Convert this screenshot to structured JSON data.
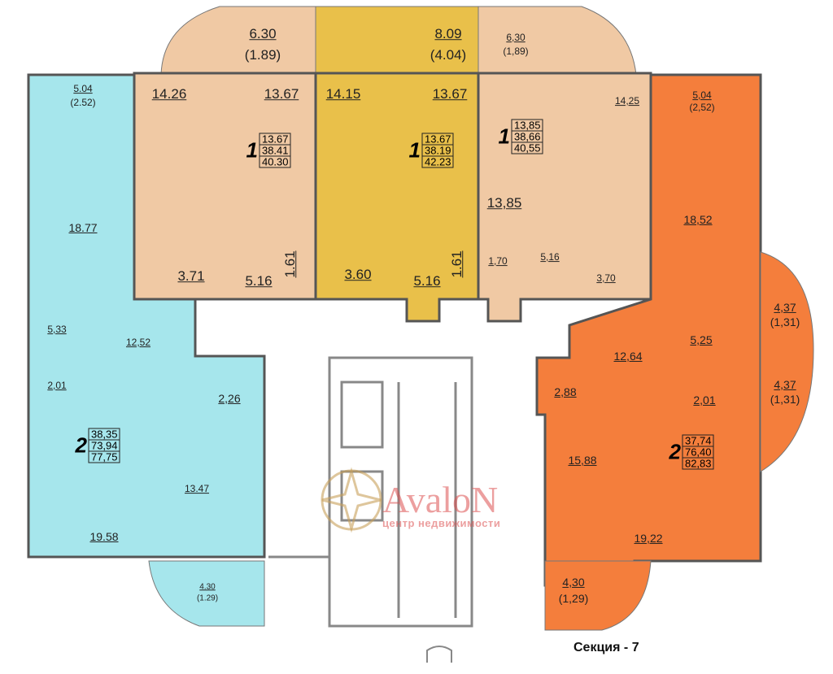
{
  "colors": {
    "beige": "#f0c9a4",
    "yellow": "#e9c04a",
    "cyan": "#a6e6ec",
    "orange": "#f47e3c",
    "wall": "#555555"
  },
  "balconies_top": [
    {
      "area": "6.30",
      "sub": "(1.89)"
    },
    {
      "area": "8.09",
      "sub": "(4.04)"
    },
    {
      "area": "6,30",
      "sub": "(1,89)"
    }
  ],
  "apt_1a": {
    "rooms": "1",
    "living": "13.67",
    "total_no_balcony": "38.41",
    "total": "40.30",
    "areas": [
      "14.26",
      "13.67",
      "3.71",
      "5.16",
      "1.61"
    ]
  },
  "apt_1b": {
    "rooms": "1",
    "living": "13.67",
    "total_no_balcony": "38.19",
    "total": "42.23",
    "areas": [
      "14.15",
      "13.67",
      "3.60",
      "5.16",
      "1.61"
    ]
  },
  "apt_1c": {
    "rooms": "1",
    "living": "13,85",
    "total_no_balcony": "38,66",
    "total": "40,55",
    "areas": [
      "14,25",
      "13,85",
      "1,70",
      "5,16",
      "3,70"
    ]
  },
  "apt_2_left": {
    "rooms": "2",
    "living": "38,35",
    "total_no_balcony": "73,94",
    "total": "77,75",
    "balcony_top": {
      "area": "5.04",
      "sub": "(2.52)"
    },
    "balcony_bottom": {
      "area": "4.30",
      "sub": "(1.29)"
    },
    "areas": [
      "18.77",
      "5,33",
      "12,52",
      "2,01",
      "2,26",
      "13.47",
      "19.58"
    ]
  },
  "apt_2_right": {
    "rooms": "2",
    "living": "37,74",
    "total_no_balcony": "76,40",
    "total": "82,83",
    "balcony_top": {
      "area": "5,04",
      "sub": "(2,52)"
    },
    "balcony_side1": {
      "area": "4,37",
      "sub": "(1,31)"
    },
    "balcony_side2": {
      "area": "4,37",
      "sub": "(1,31)"
    },
    "balcony_bottom": {
      "area": "4,30",
      "sub": "(1,29)"
    },
    "areas": [
      "18,52",
      "12,64",
      "5,25",
      "2,88",
      "2,01",
      "15,88",
      "19,22"
    ]
  },
  "watermark": {
    "brand": "AvaloN",
    "tagline": "центр недвижимости"
  },
  "section_label": "Секция - 7"
}
